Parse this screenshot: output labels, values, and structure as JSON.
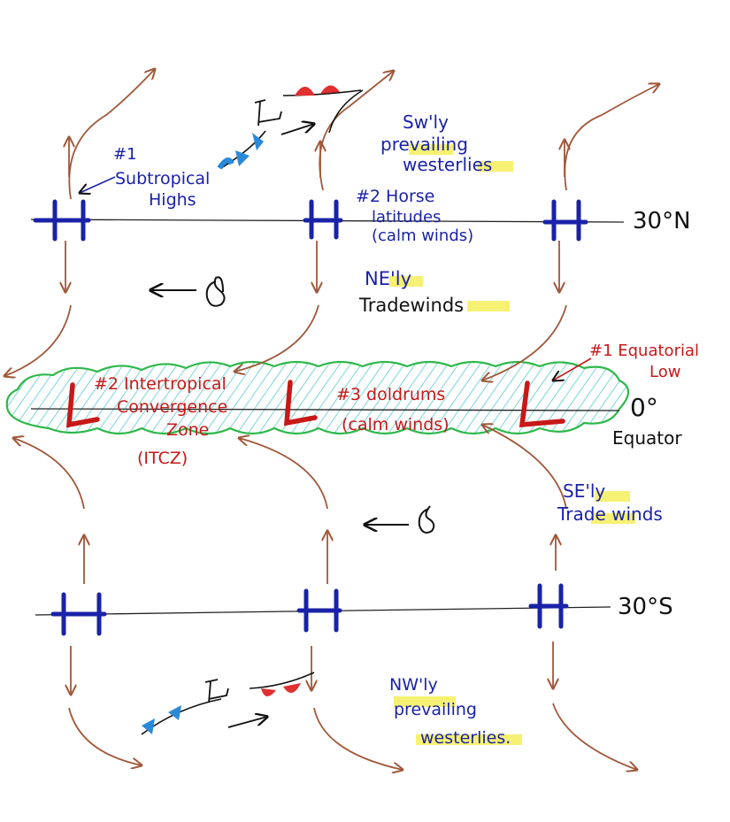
{
  "latitudes": {
    "north": "30°N",
    "equator_deg": "0°",
    "equator_word": "Equator",
    "south": "30°S"
  },
  "pressure_symbols": {
    "high": "H",
    "low": "L",
    "low_small": "L"
  },
  "labels": {
    "subtropical_highs": [
      "#1",
      "Subtropical",
      "Highs"
    ],
    "sw_westerlies": [
      "Sw'ly",
      "prevailing",
      "westerlies"
    ],
    "horse_latitudes": [
      "#2  Horse",
      "latitudes",
      "(calm winds)"
    ],
    "ne_trades": [
      "NE'ly",
      "Tradewinds"
    ],
    "equatorial_low": [
      "#1 Equatorial",
      "Low"
    ],
    "itcz": [
      "#2 Intertropical",
      "Convergence",
      "Zone",
      "(ITCZ)"
    ],
    "doldrums": [
      "#3 doldrums",
      "(calm winds)"
    ],
    "se_trades": [
      "SE'ly",
      "Trade winds"
    ],
    "nw_westerlies": [
      "NW'ly",
      "prevailing",
      "westerlies."
    ]
  },
  "colors": {
    "high_blue": "#1a22a8",
    "low_red": "#c81818",
    "wind_brown": "#a0583a",
    "itcz_green": "#2db84a",
    "itcz_hatch": "#7ad6d6",
    "highlight": "#f4ee5a",
    "cold_front": "#2a8ad8",
    "warm_front": "#e03030"
  }
}
